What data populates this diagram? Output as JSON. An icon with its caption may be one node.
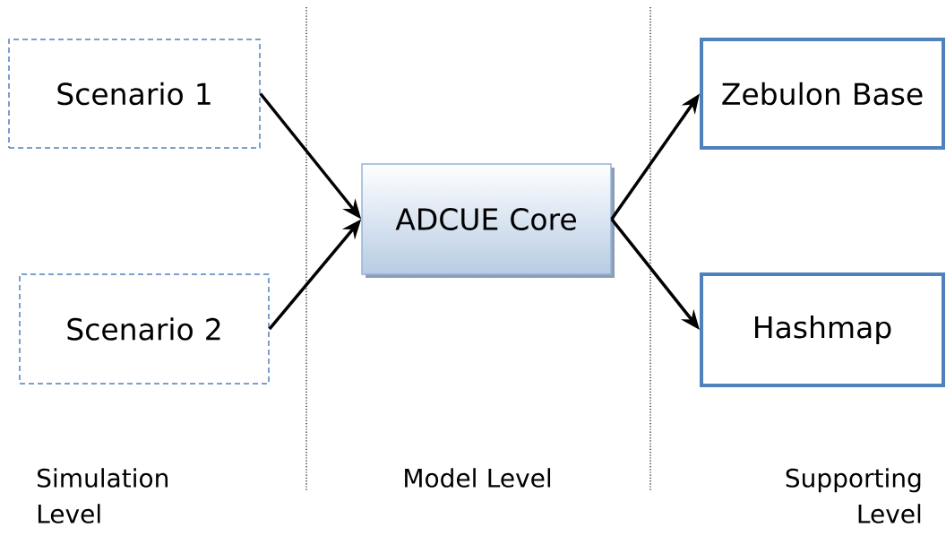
{
  "diagram": {
    "nodes": [
      {
        "text": [
          "Scenario 1"
        ]
      },
      {
        "text": [
          "Scenario 2"
        ]
      },
      {
        "text": [
          "ADCUE Core"
        ]
      },
      {
        "text": [
          "Zebulon Base"
        ]
      },
      {
        "text": [
          "Hashmap"
        ]
      }
    ],
    "edges": [
      {
        "from": 0,
        "to": 2,
        "arrow": "to"
      },
      {
        "from": 1,
        "to": 2,
        "arrow": "to"
      },
      {
        "from": 2,
        "to": 3,
        "arrow": "to"
      },
      {
        "from": 2,
        "to": 4,
        "arrow": "to"
      }
    ],
    "labels": [
      "Simulation Level",
      "Model Level",
      "Supporting Level"
    ]
  }
}
